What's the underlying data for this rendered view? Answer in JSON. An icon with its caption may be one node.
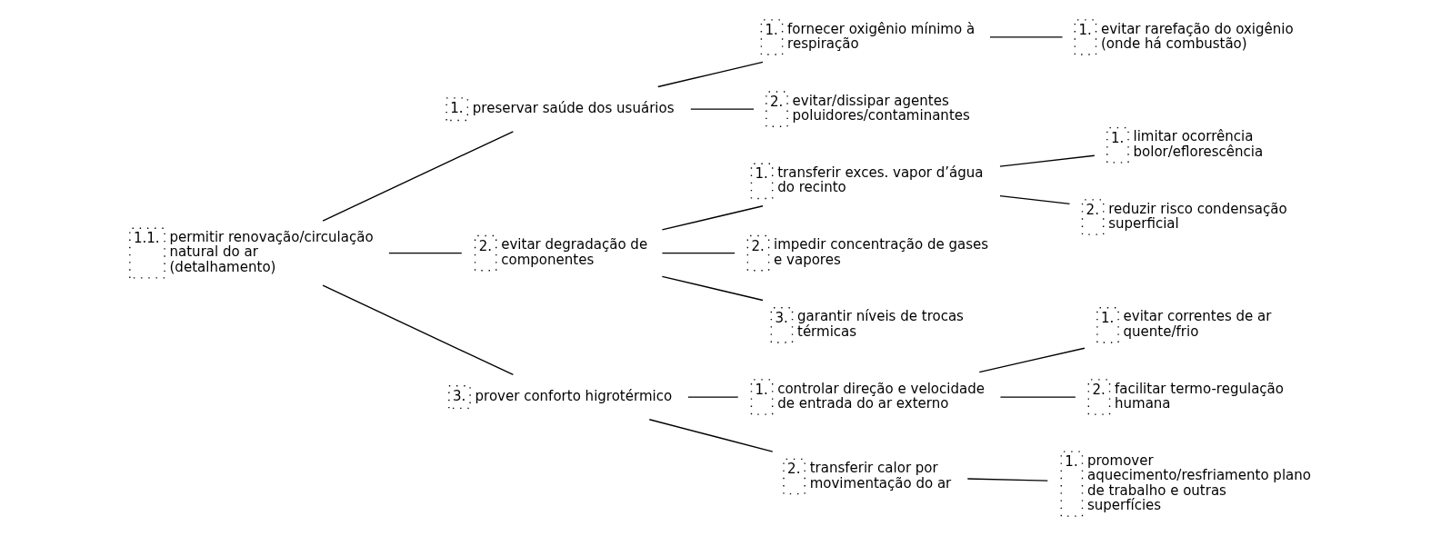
{
  "diagram": {
    "nodes": [
      {
        "text": [
          "1.1.",
          "permitir renovação/circulação natural do ar",
          "(detalhamento)"
        ]
      },
      {
        "text": [
          "1.",
          "preservar saúde dos usuários"
        ]
      },
      {
        "text": [
          "1.",
          "fornecer oxigênio mínimo à respiração"
        ]
      },
      {
        "text": [
          "1.",
          "evitar rarefação do oxigênio (onde há combustão)"
        ]
      },
      {
        "text": [
          "2.",
          "evitar/dissipar agentes poluidores/contaminantes"
        ]
      },
      {
        "text": [
          "2.",
          "evitar degradação de componentes"
        ]
      },
      {
        "text": [
          "1.",
          "transferir exces. vapor d’água do recinto"
        ]
      },
      {
        "text": [
          "1.",
          "limitar ocorrência bolor/eflorescência"
        ]
      },
      {
        "text": [
          "2.",
          "reduzir risco condensação superficial"
        ]
      },
      {
        "text": [
          "2.",
          "impedir concentração de gases e vapores"
        ]
      },
      {
        "text": [
          "3.",
          "garantir níveis de trocas térmicas"
        ]
      },
      {
        "text": [
          "3.",
          "prover conforto higrotérmico"
        ]
      },
      {
        "text": [
          "1.",
          "controlar direção e velocidade de entrada do ar externo"
        ]
      },
      {
        "text": [
          "1.",
          "evitar correntes de ar quente/frio"
        ]
      },
      {
        "text": [
          "2.",
          "facilitar termo-regulação humana"
        ]
      },
      {
        "text": [
          "2.",
          "transferir calor por movimentação do ar"
        ]
      },
      {
        "text": [
          "1.",
          "promover aquecimento/resfriamento plano de trabalho e outras superfícies"
        ]
      }
    ],
    "edges": [
      {
        "from": 0,
        "to": 1,
        "arrow": "none"
      },
      {
        "from": 0,
        "to": 5,
        "arrow": "none"
      },
      {
        "from": 0,
        "to": 11,
        "arrow": "none"
      },
      {
        "from": 1,
        "to": 2,
        "arrow": "none"
      },
      {
        "from": 1,
        "to": 4,
        "arrow": "none"
      },
      {
        "from": 2,
        "to": 3,
        "arrow": "none"
      },
      {
        "from": 5,
        "to": 6,
        "arrow": "none"
      },
      {
        "from": 5,
        "to": 9,
        "arrow": "none"
      },
      {
        "from": 5,
        "to": 10,
        "arrow": "none"
      },
      {
        "from": 6,
        "to": 7,
        "arrow": "none"
      },
      {
        "from": 6,
        "to": 8,
        "arrow": "none"
      },
      {
        "from": 11,
        "to": 12,
        "arrow": "none"
      },
      {
        "from": 11,
        "to": 15,
        "arrow": "none"
      },
      {
        "from": 12,
        "to": 13,
        "arrow": "none"
      },
      {
        "from": 12,
        "to": 14,
        "arrow": "none"
      },
      {
        "from": 15,
        "to": 16,
        "arrow": "none"
      }
    ]
  }
}
